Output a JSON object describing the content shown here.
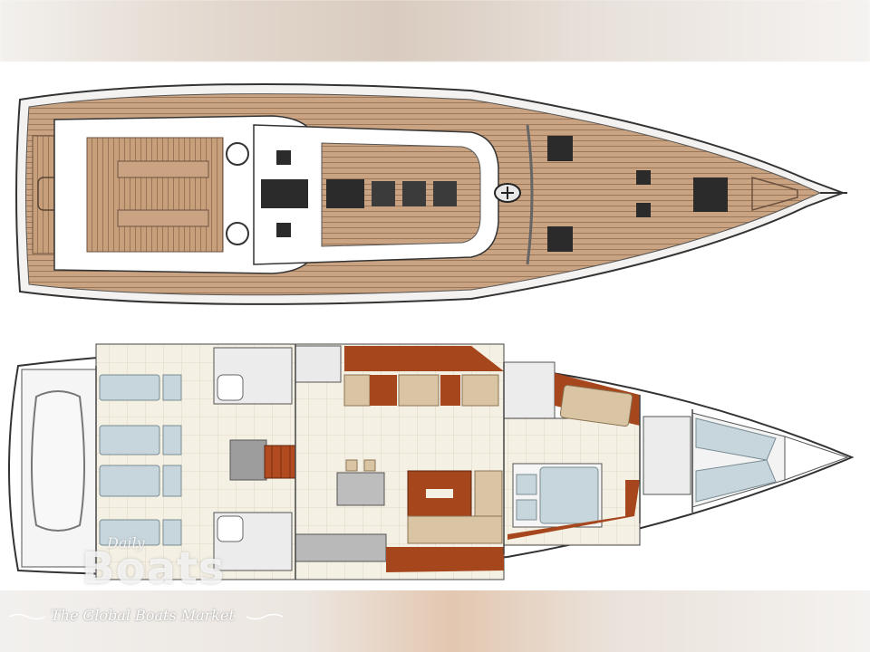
{
  "watermark": {
    "brand_top": "Daily",
    "brand_main": "Boats",
    "tagline": "The Global Boats Market"
  },
  "colors": {
    "teak": "#c9a27e",
    "teak_line": "#8c6a4e",
    "hull_outline": "#3a3a3a",
    "hatch": "#2b2b2b",
    "cushion": "#c7d6dc",
    "wood_furniture": "#a5461c",
    "floor_tile": "#f4efe4",
    "sofa": "#d9c5a3"
  },
  "icons": [
    "anchor-winch-icon",
    "hatch-icon",
    "wheel-icon"
  ]
}
